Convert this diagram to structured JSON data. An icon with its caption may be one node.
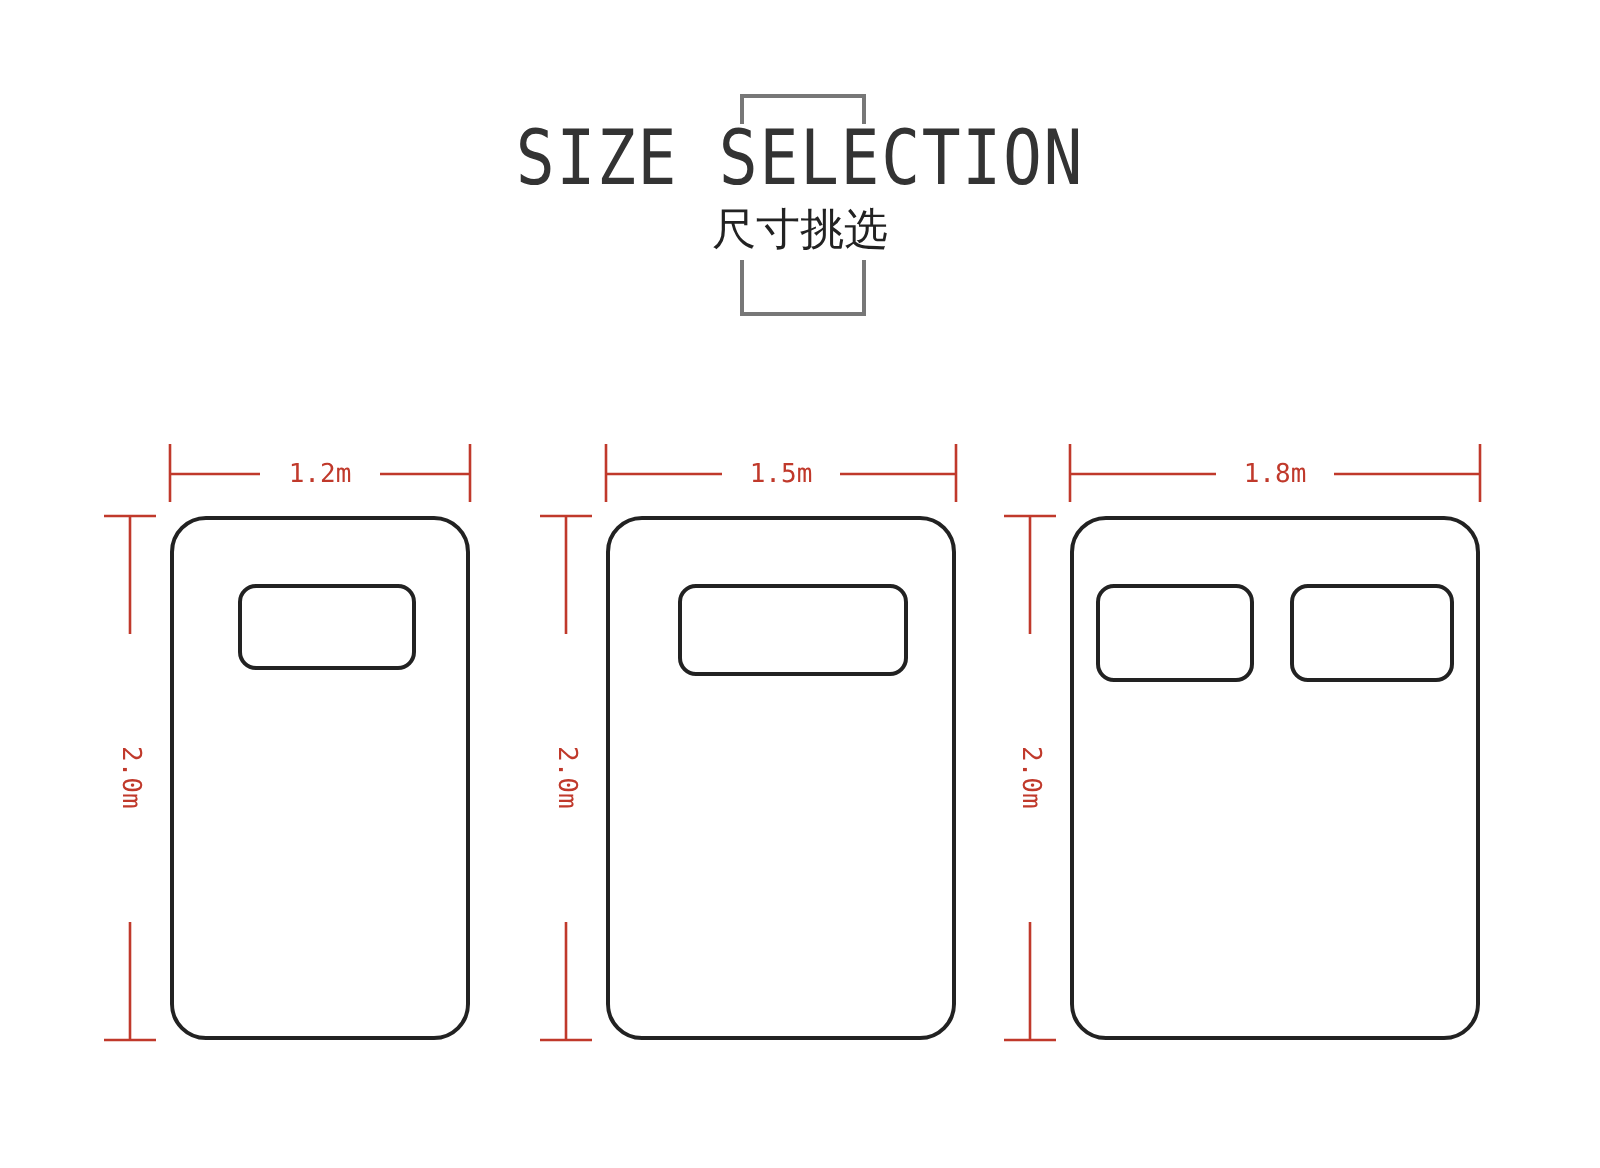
{
  "diagram": {
    "title": "SIZE SELECTION",
    "nodes": [
      {
        "text": [],
        "shape": "box"
      },
      {
        "text": [],
        "shape": "box",
        "in": 0
      },
      {
        "text": [],
        "shape": "box"
      },
      {
        "text": [],
        "shape": "box",
        "in": 2
      },
      {
        "text": [],
        "shape": "box"
      },
      {
        "text": [],
        "shape": "box",
        "in": 4
      },
      {
        "text": [],
        "shape": "box",
        "in": 4
      }
    ],
    "edges": [],
    "labels": [
      "尺寸挑选",
      "1.2m",
      "2.0m",
      "1.5m",
      "2.0m",
      "1.8m",
      "2.0m"
    ]
  }
}
